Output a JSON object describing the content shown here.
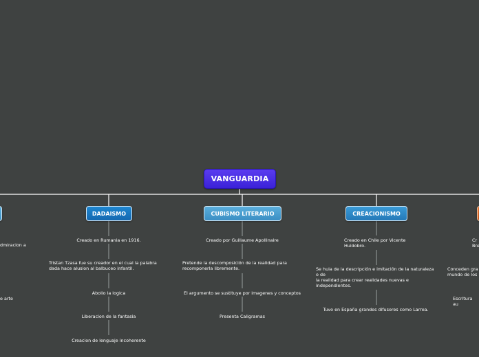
{
  "root": {
    "label": "VANGUARDIA"
  },
  "branches": [
    {
      "label": ""
    },
    {
      "label": "DADAISMO"
    },
    {
      "label": "CUBISMO LITERARIO"
    },
    {
      "label": "CREACIONISMO"
    },
    {
      "label": ""
    }
  ],
  "dadaismo": {
    "items": [
      "Creado en Rumania en 1916.",
      "Tristan Tzasa fue su creador en el cual la palabra\ndada hace alusion al balbuceo infantil.",
      "Abolio la logica",
      "Liberacion de la fantasia",
      "Creacion de lenguaje incoherente"
    ]
  },
  "cubismo": {
    "items": [
      "Creado por Guillaume Apollinaire",
      "Pretende la descomposición de la realidad para\nrecomponerla libremente.",
      "El argumento se sustituye por imagenes y conceptos",
      "Presenta Caligramas"
    ]
  },
  "creacionismo": {
    "items": [
      "Creado en Chile por  Vicente\nHuidobro.",
      "Se huia de la descripción e imitación de la naturaleza\no de\n la realidad para crear realidades nuevas e\nindependientes.",
      "Tuvo en España grandes difusores como Larrea."
    ]
  },
  "left_partial": {
    "items": [
      "dmiracion a",
      "e arte"
    ]
  },
  "right_partial": {
    "items": [
      "Cr\nBre",
      "Conceden gra\nmundo de los",
      "Escritura au"
    ]
  },
  "colors": {
    "background": "#3f4241",
    "root": "#4a2fe6",
    "branch_blue": "#1e80c8",
    "branch_orange": "#d86428",
    "connector": "#ffffff"
  }
}
